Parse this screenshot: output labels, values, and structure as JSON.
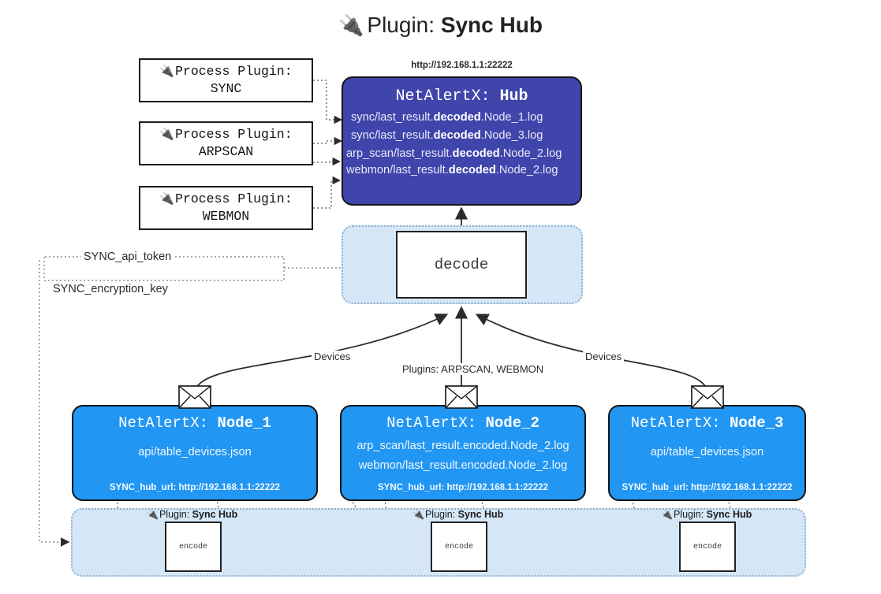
{
  "title": {
    "icon": "plug-icon",
    "prefix": "Plugin:",
    "name": "Sync Hub"
  },
  "hub": {
    "url": "http://192.168.1.1:22222",
    "app": "NetAlertX:",
    "label": "Hub",
    "log_rows": [
      {
        "pre": "sync/last_result.",
        "mid": "decoded",
        "post": ".Node_1.log"
      },
      {
        "pre": "sync/last_result.",
        "mid": "decoded",
        "post": ".Node_3.log"
      },
      {
        "pre": "arp_scan/last_result.",
        "mid": "decoded",
        "post": ".Node_2.log"
      },
      {
        "pre": "webmon/last_result.",
        "mid": "decoded",
        "post": ".Node_2.log"
      }
    ]
  },
  "process_plugins": [
    {
      "icon": "plug-icon",
      "line1": "Process Plugin:",
      "line2": "SYNC"
    },
    {
      "icon": "plug-icon",
      "line1": "Process Plugin:",
      "line2": "ARPSCAN"
    },
    {
      "icon": "plug-icon",
      "line1": "Process Plugin:",
      "line2": "WEBMON"
    }
  ],
  "settings": [
    {
      "label": "SYNC_api_token"
    },
    {
      "label": "SYNC_encryption_key"
    }
  ],
  "decode": {
    "label": "decode"
  },
  "edge_labels": {
    "devices_left": "Devices",
    "plugins_center": "Plugins: ARPSCAN, WEBMON",
    "devices_right": "Devices"
  },
  "nodes": [
    {
      "app": "NetAlertX:",
      "label": "Node_1",
      "lines": [
        "api/table_devices.json"
      ],
      "hub_url": "SYNC_hub_url: http://192.168.1.1:22222",
      "mail_icon": "envelope-icon"
    },
    {
      "app": "NetAlertX:",
      "label": "Node_2",
      "lines": [
        "arp_scan/last_result.encoded.Node_2.log",
        "webmon/last_result.encoded.Node_2.log"
      ],
      "hub_url": "SYNC_hub_url: http://192.168.1.1:22222",
      "mail_icon": "envelope-icon"
    },
    {
      "app": "NetAlertX:",
      "label": "Node_3",
      "lines": [
        "api/table_devices.json"
      ],
      "hub_url": "SYNC_hub_url: http://192.168.1.1:22222",
      "mail_icon": "envelope-icon"
    }
  ],
  "encode_band": {
    "plugin_tags": [
      {
        "icon": "plug-icon",
        "prefix": "Plugin:",
        "name": "Sync Hub"
      },
      {
        "icon": "plug-icon",
        "prefix": "Plugin:",
        "name": "Sync Hub"
      },
      {
        "icon": "plug-icon",
        "prefix": "Plugin:",
        "name": "Sync Hub"
      }
    ],
    "encode_label": "encode"
  },
  "colors": {
    "hub_fill": "#4045ac",
    "node_fill": "#2196f3",
    "band_fill": "#d5e6f7",
    "band_border": "#8fb0cc",
    "stroke": "#1c1c1c"
  }
}
